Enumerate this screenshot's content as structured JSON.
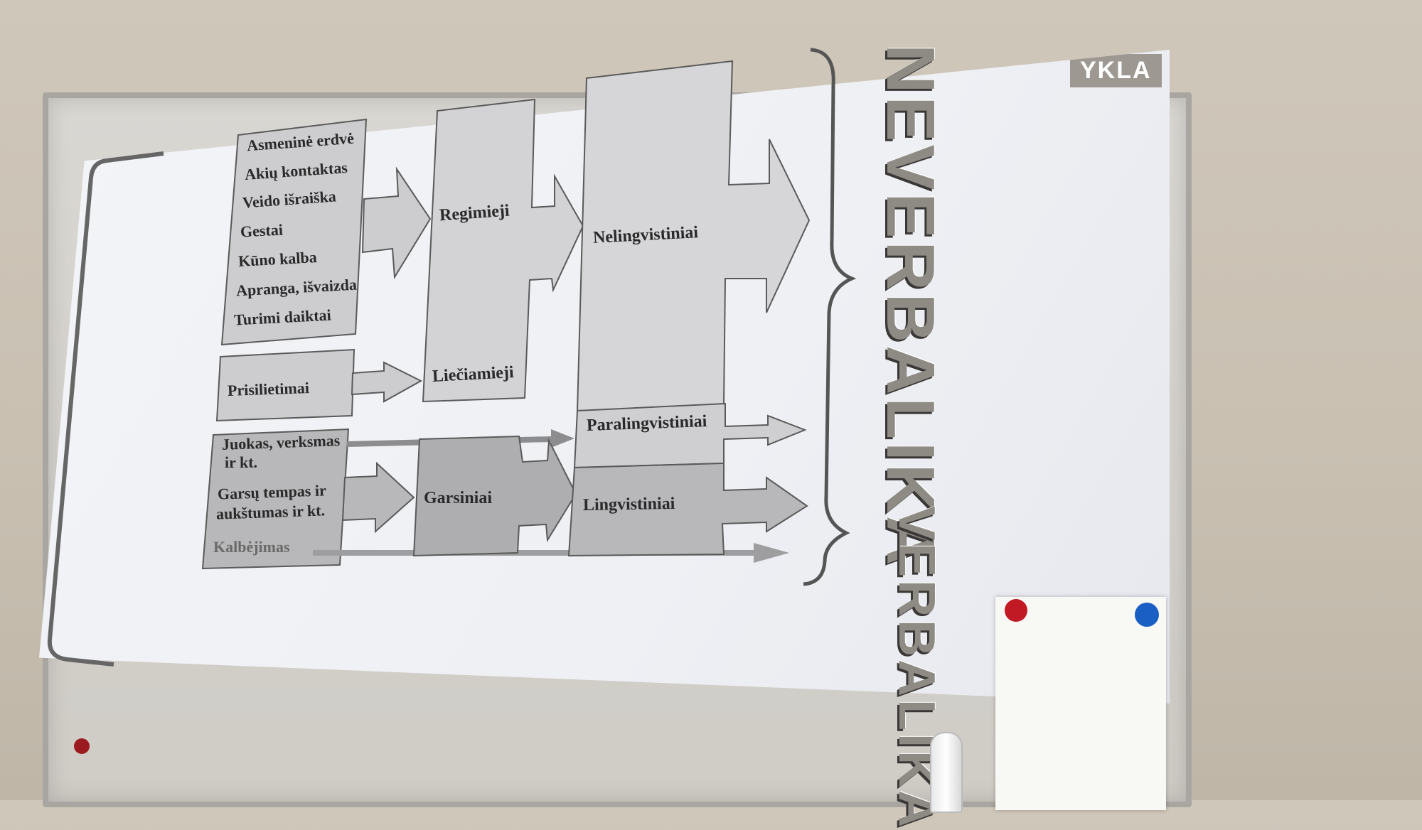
{
  "slide": {
    "brand_text": "YKLA",
    "left_box_items": [
      "Asmeninė erdvė",
      "Akių kontaktas",
      "Veido išraiška",
      "Gestai",
      "Kūno kalba",
      "Apranga, išvaizda",
      "Turimi daiktai"
    ],
    "touch_box": "Prisilietimai",
    "sound_box_line1": "Juokas, verksmas",
    "sound_box_line2": "ir kt.",
    "tempo_line1": "Garsų tempas ir",
    "tempo_line2": "aukštumas ir kt.",
    "speech_box": "Kalbėjimas",
    "visual": "Regimieji",
    "tactile": "Liečiamieji",
    "auditory": "Garsiniai",
    "nonlinguistic": "Nelingvistiniai",
    "paralinguistic": "Paralingvistiniai",
    "linguistic": "Lingvistiniai",
    "nonverbal_word": "NEVERBALIKA",
    "verbal_word": "VERBALIKA"
  },
  "colors": {
    "box_fill": "#c9c9cc",
    "box_stroke": "#5a5a5a",
    "dark_fill": "#a9a7a8",
    "magnet_red": "#c21a24",
    "magnet_blue": "#1a5fc4"
  }
}
